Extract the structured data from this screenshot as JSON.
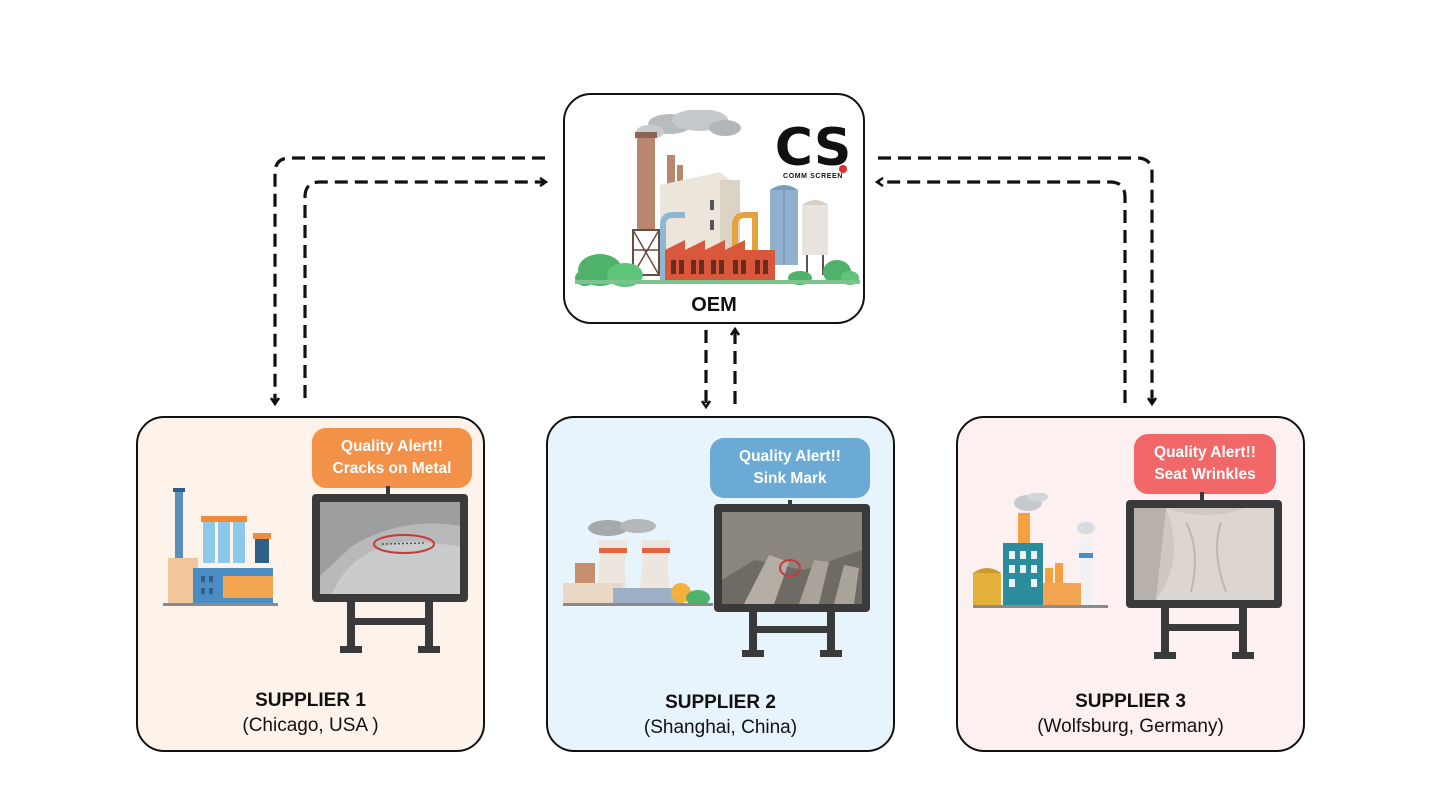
{
  "oem": {
    "label": "OEM",
    "logo_letters": "CS",
    "logo_text": "COMM SCREEN"
  },
  "suppliers": [
    {
      "title": "SUPPLIER 1",
      "location": "(Chicago, USA )",
      "alert_line1": "Quality Alert!!",
      "alert_line2": "Cracks on Metal",
      "alert_color": "#f39149",
      "bg": "#fdf3ea"
    },
    {
      "title": "SUPPLIER 2",
      "location": "(Shanghai, China)",
      "alert_line1": "Quality Alert!!",
      "alert_line2": "Sink Mark",
      "alert_color": "#6aaad5",
      "bg": "#e7f4fc"
    },
    {
      "title": "SUPPLIER 3",
      "location": "(Wolfsburg, Germany)",
      "alert_line1": "Quality Alert!!",
      "alert_line2": "Seat Wrinkles",
      "alert_color": "#f26767",
      "bg": "#fcf1f0"
    }
  ],
  "icons": [
    "factory-icon",
    "monitor-icon",
    "dashed-arrow-icon",
    "comm-screen-logo"
  ]
}
